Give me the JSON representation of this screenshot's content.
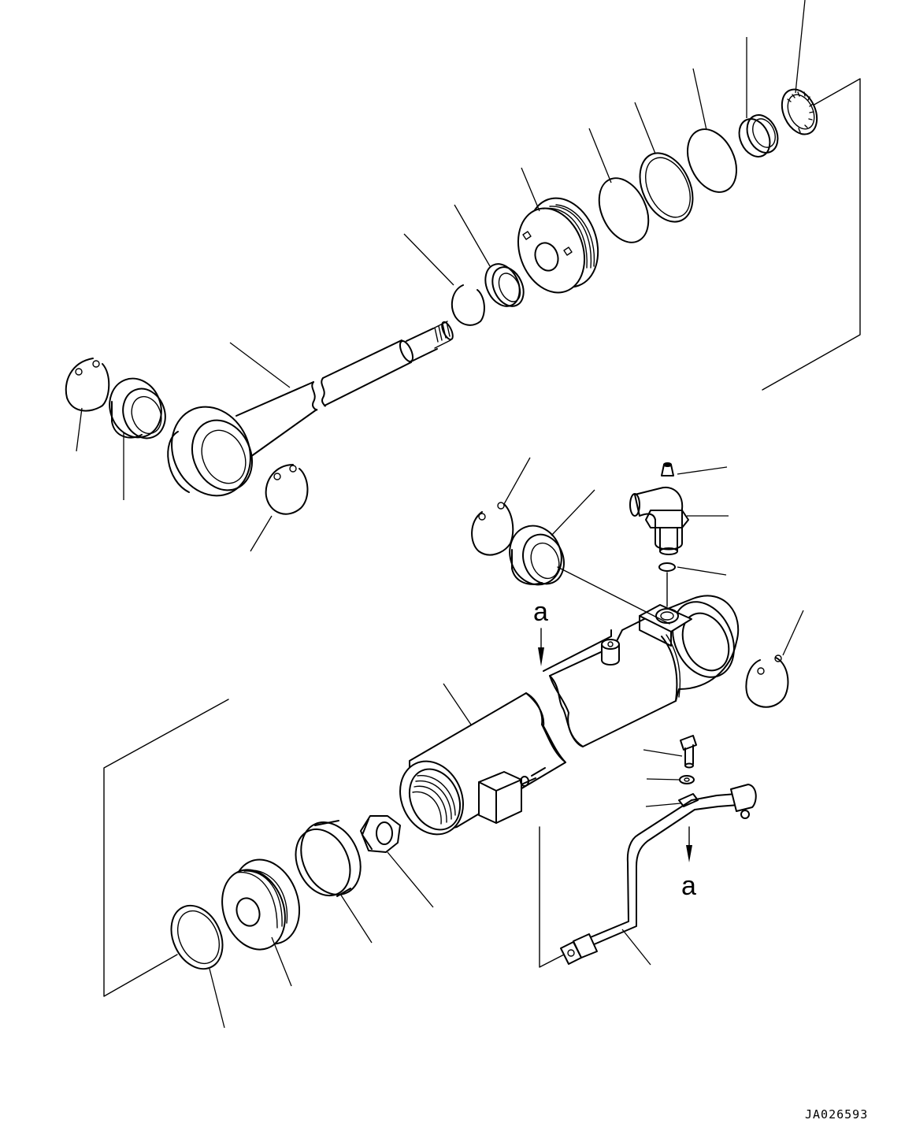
{
  "drawing": {
    "reference_code": "JA026593",
    "view_marker_top": "a",
    "view_marker_bottom": "a"
  },
  "colors": {
    "line": "#000000",
    "background": "#ffffff"
  }
}
